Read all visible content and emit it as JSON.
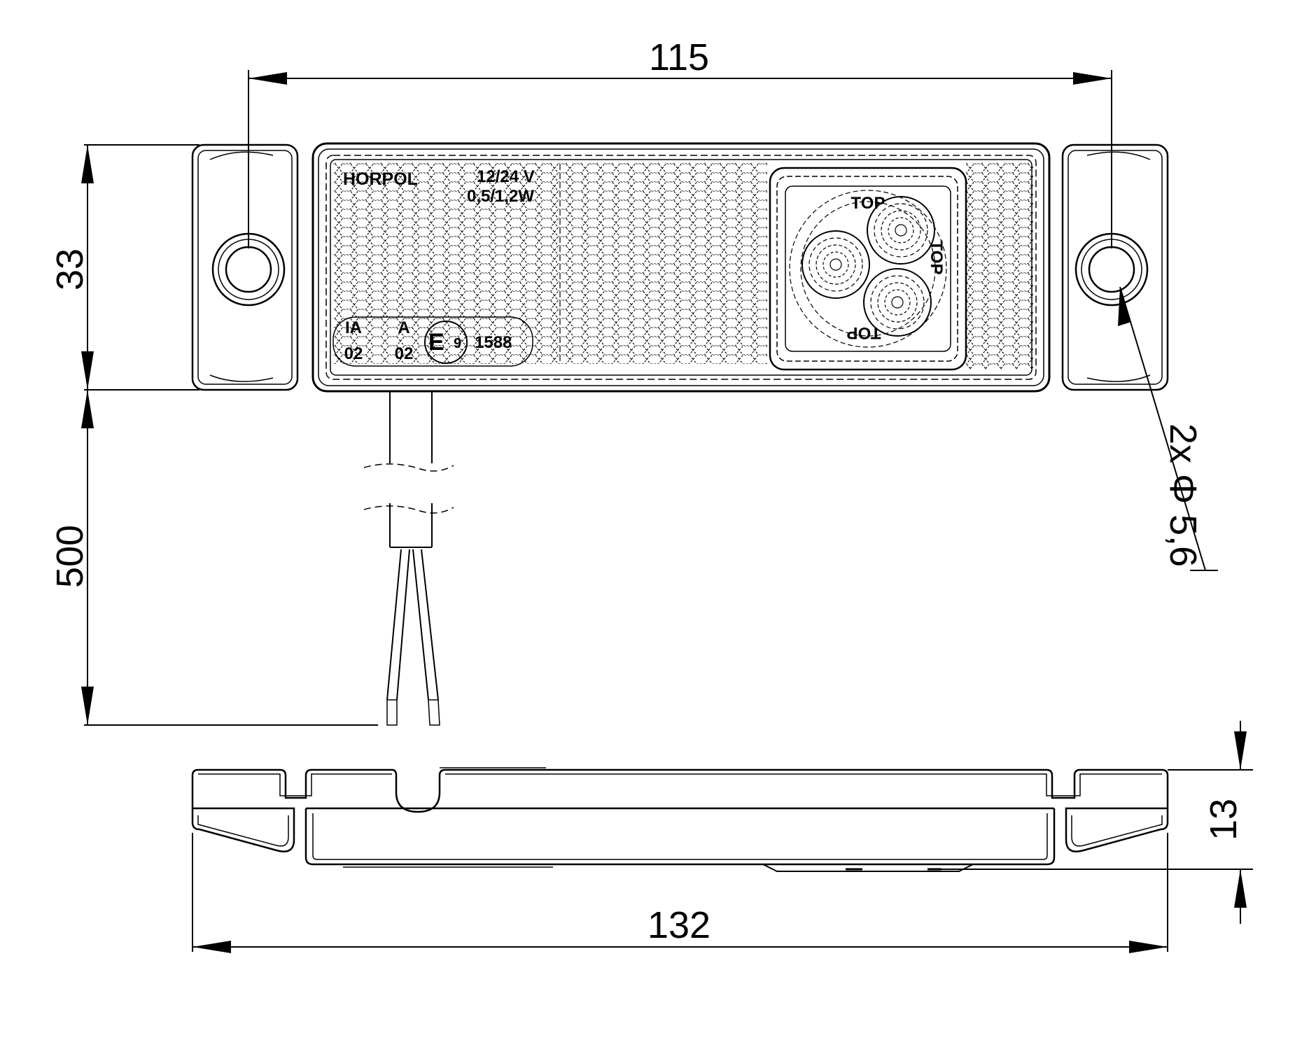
{
  "dimensions": {
    "top_width": "115",
    "overall_width": "132",
    "height": "33",
    "cable_length": "500",
    "side_height": "13",
    "hole_note": "2x Φ 5,6"
  },
  "lamp_labels": {
    "brand": "HORPOL",
    "voltage": "12/24 V",
    "power": "0,5/1,2W",
    "class_1": "IA",
    "class_1_code": "02",
    "class_2": "A",
    "class_2_code": "02",
    "approval_mark": "E",
    "approval_number": "9",
    "approval_code": "1588",
    "orientation_mark": "TOP"
  }
}
